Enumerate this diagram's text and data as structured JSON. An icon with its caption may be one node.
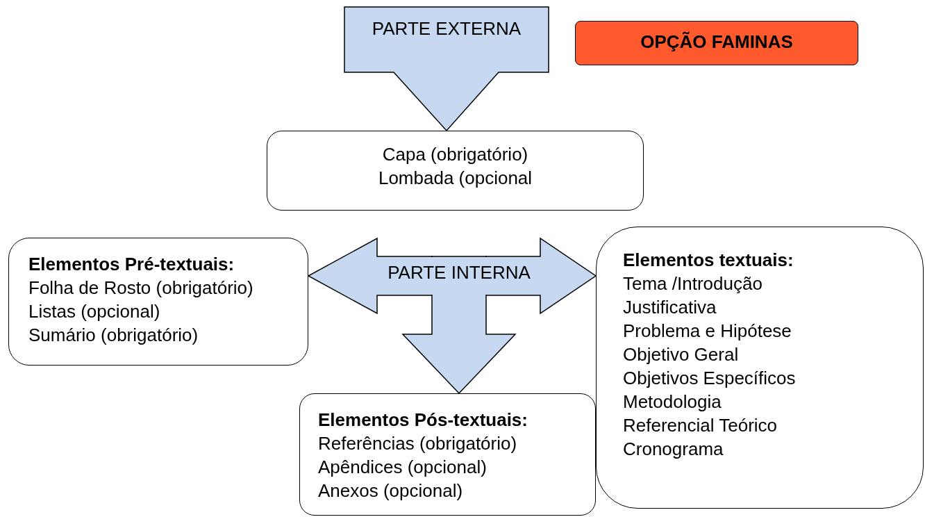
{
  "diagram": {
    "nodes": [
      {
        "text": [
          "OPÇÃO FAMINAS"
        ]
      },
      {
        "text": [
          "Capa (obrigatório)",
          "Lombada (opcional"
        ]
      },
      {
        "text": [
          "Elementos Pré-textuais:",
          "Folha de Rosto (obrigatório)",
          "Listas (opcional)",
          "Sumário (obrigatório)"
        ]
      },
      {
        "text": [
          "Elementos textuais:",
          "Tema /Introdução",
          "Justificativa",
          "Problema e Hipótese",
          "Objetivo Geral",
          "Objetivos Específicos",
          "Metodologia",
          "Referencial Teórico",
          "Cronograma"
        ]
      },
      {
        "text": [
          "Elementos Pós-textuais:",
          "Referências (obrigatório)",
          "Apêndices (opcional)",
          "Anexos (opcional)"
        ]
      }
    ],
    "edges": [
      {
        "from": null,
        "to": 1,
        "arrow": "to",
        "label": "PARTE EXTERNA"
      },
      {
        "from": null,
        "to": 2,
        "arrow": "to",
        "label": "PARTE INTERNA"
      },
      {
        "from": null,
        "to": 3,
        "arrow": "to"
      },
      {
        "from": null,
        "to": 4,
        "arrow": "to"
      }
    ]
  }
}
